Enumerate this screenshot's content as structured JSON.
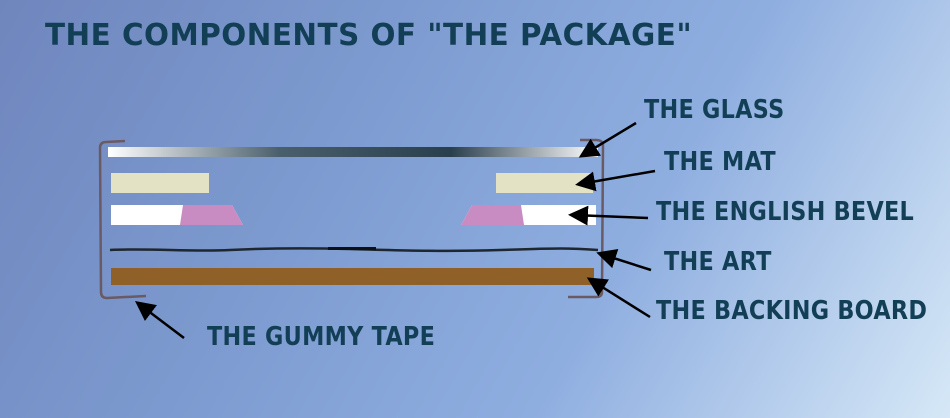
{
  "title": "THE COMPONENTS OF \"THE PACKAGE\"",
  "labels": {
    "glass": "THE GLASS",
    "mat": "THE MAT",
    "english_bevel": "THE ENGLISH BEVEL",
    "art": "THE ART",
    "backing_board": "THE BACKING BOARD",
    "gummy_tape": "THE GUMMY TAPE"
  },
  "colors": {
    "text": "#123f56",
    "mat": "#e4e2c4",
    "bevel_white": "#ffffff",
    "bevel_pink": "#c88cc2",
    "backing_board": "#8f6028",
    "tape": "#6a5a64",
    "art_line": "#1e2630",
    "arrow": "#000000",
    "glass_light": "#ffffff",
    "glass_dark": "#2a3f4d"
  }
}
